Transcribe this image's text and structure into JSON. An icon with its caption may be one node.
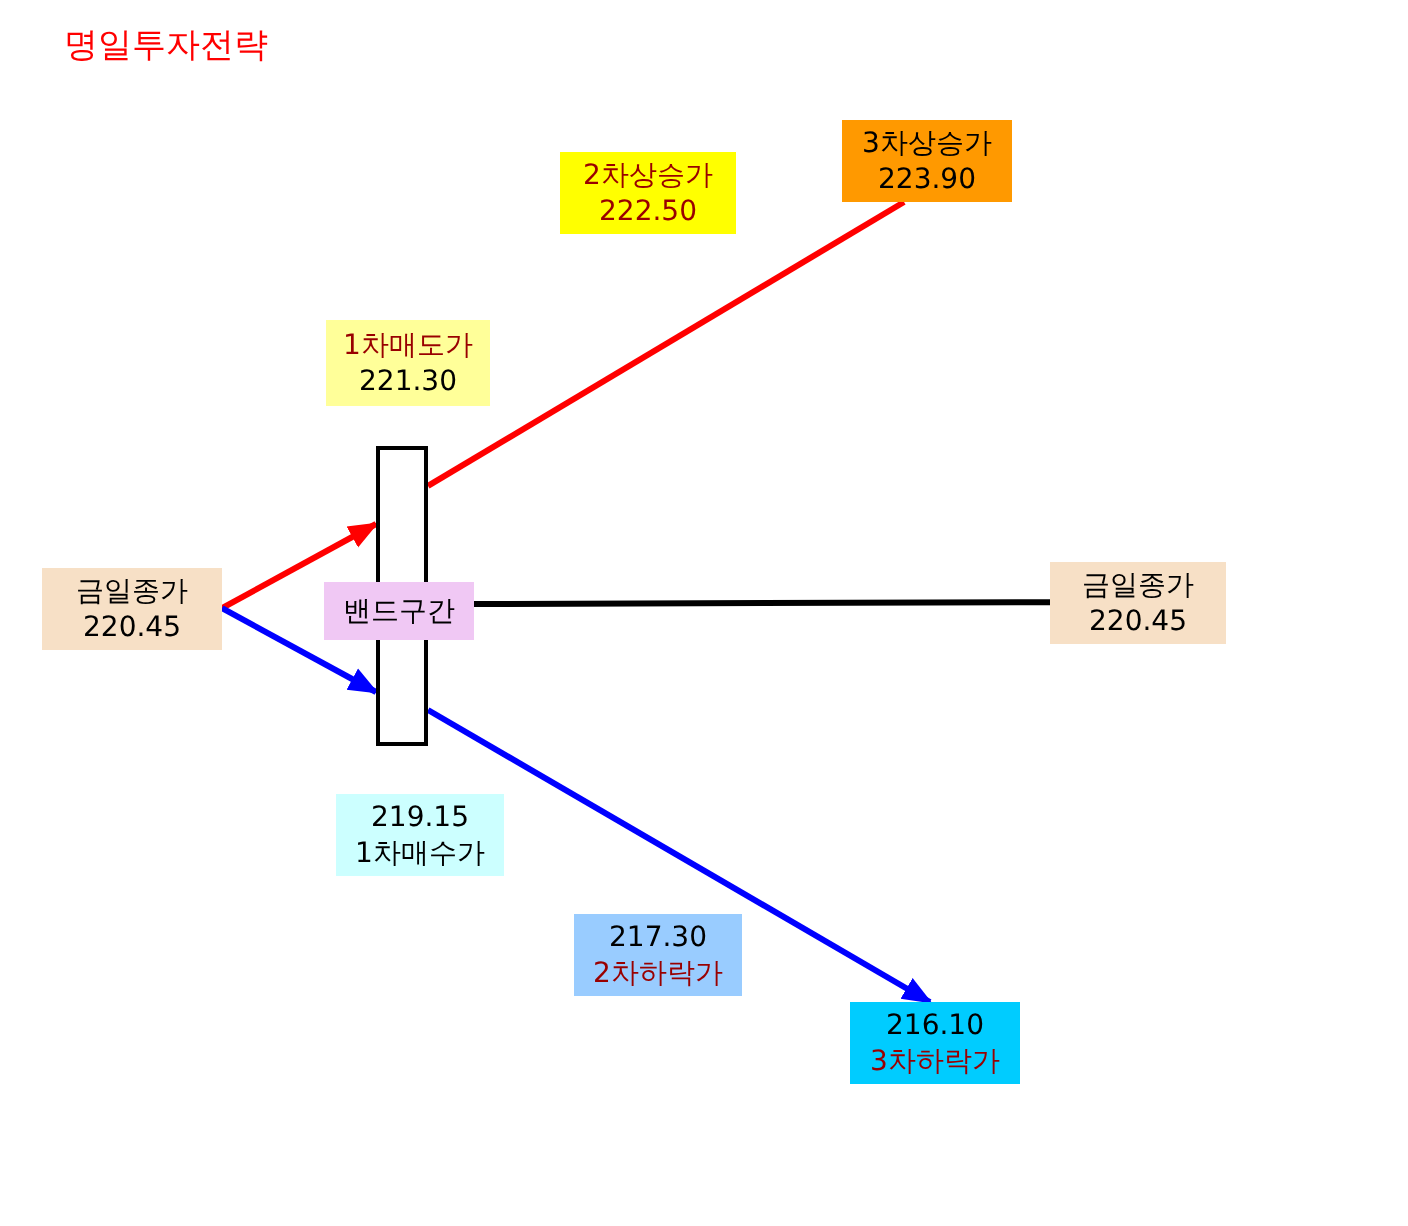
{
  "diagram": {
    "title": "명일투자전략",
    "nodes": [
      {
        "text": [
          "2차상승가",
          "222.50"
        ]
      },
      {
        "text": [
          "3차상승가",
          "223.90"
        ]
      },
      {
        "text": [
          "1차매도가",
          "221.30"
        ]
      },
      {
        "text": [
          "금일종가",
          "220.45"
        ]
      },
      {
        "text": [],
        "shape": "bar"
      },
      {
        "text": [
          "밴드구간"
        ]
      },
      {
        "text": [
          "금일종가",
          "220.45"
        ]
      },
      {
        "text": [
          "219.15",
          "1차매수가"
        ]
      },
      {
        "text": [
          "217.30",
          "2차하락가"
        ]
      },
      {
        "text": [
          "216.10",
          "3차하락가"
        ]
      }
    ],
    "edges": [
      {
        "from": 3,
        "to": 4,
        "arrow": "to",
        "color": "#ff0000"
      },
      {
        "from": 3,
        "to": 4,
        "arrow": "to",
        "color": "#0000ff"
      },
      {
        "from": 4,
        "to": 1,
        "arrow": "none",
        "color": "#ff0000"
      },
      {
        "from": 4,
        "to": 9,
        "arrow": "to",
        "color": "#0000ff"
      },
      {
        "from": 5,
        "to": 6,
        "arrow": "none",
        "color": "#000000"
      }
    ]
  }
}
